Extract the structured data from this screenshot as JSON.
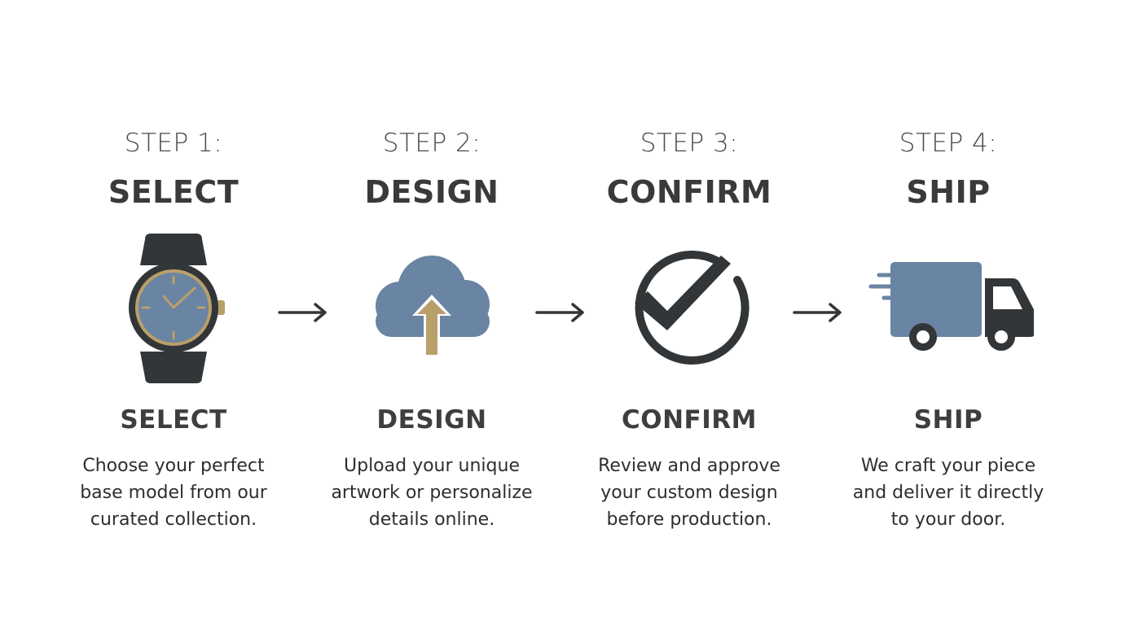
{
  "colors": {
    "dark": "#333638",
    "slate_blue": "#6a84a3",
    "gold": "#b9a06b",
    "text": "#3e3e3e"
  },
  "steps": [
    {
      "number": "STEP 1:",
      "heading": "SELECT",
      "icon": "watch-icon",
      "label": "SELECT",
      "description": [
        "Choose your perfect",
        "base model from our",
        "curated collection."
      ]
    },
    {
      "number": "STEP 2:",
      "heading": "DESIGN",
      "icon": "cloud-upload-icon",
      "label": "DESIGN",
      "description": [
        "Upload your unique",
        "artwork or personalize",
        "details online."
      ]
    },
    {
      "number": "STEP 3:",
      "heading": "CONFIRM",
      "icon": "check-circle-icon",
      "label": "CONFIRM",
      "description": [
        "Review and approve",
        "your custom design",
        "before production."
      ]
    },
    {
      "number": "STEP 4:",
      "heading": "SHIP",
      "icon": "delivery-truck-icon",
      "label": "SHIP",
      "description": [
        "We craft your piece",
        "and deliver it directly",
        "to your door."
      ]
    }
  ],
  "connectors": [
    "arrow-right-icon",
    "arrow-right-icon",
    "arrow-right-icon"
  ]
}
